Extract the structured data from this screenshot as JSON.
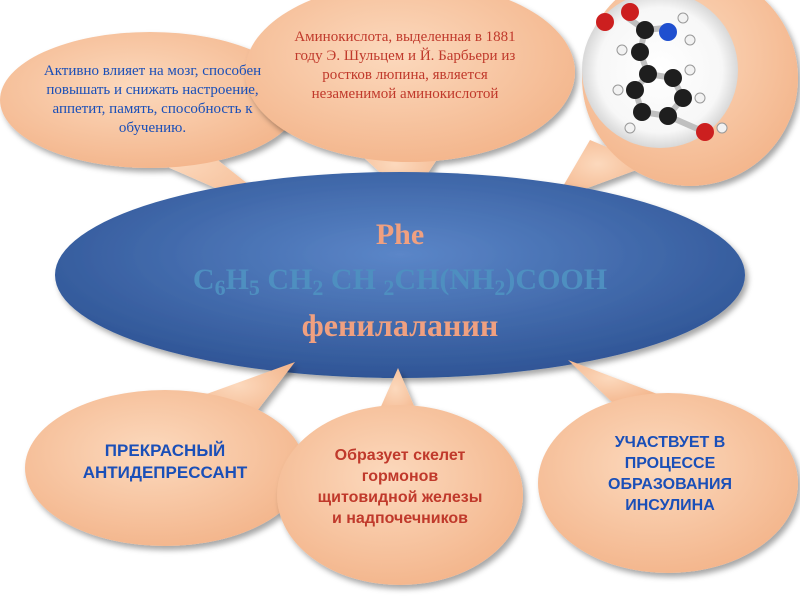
{
  "callouts": {
    "top_left": "Активно влияет на мозг, способен повышать и снижать настроение, аппетит, память, способность к обучению.",
    "top_center": "Аминокислота, выделенная в 1881 году Э. Шульцем и Й. Барбьери из ростков люпина, является незаменимой аминокислотой",
    "bottom_left": "ПРЕКРАСНЫЙ АНТИДЕПРЕССАНТ",
    "bottom_center": "Образует скелет гормонов щитовидной железы и надпочечников",
    "bottom_right": "УЧАСТВУЕТ В ПРОЦЕССЕ ОБРАЗОВАНИЯ ИНСУЛИНА"
  },
  "center": {
    "title": "Phe",
    "formula": {
      "p1": "C",
      "s1": "6",
      "p2": "H",
      "s2": "5",
      "p3": " CH",
      "s3": "2",
      "p4": " CH ",
      "s4": "2",
      "p5": "CH(NH",
      "s5": "2",
      "p6": ")COOH"
    },
    "name": "фенилаланин"
  },
  "colors": {
    "callout_fill": "#f8c9a6",
    "ellipse_fill": "#3f68ad",
    "blue_text": "#1a4fb8",
    "red_text": "#c0392b",
    "title_text": "#f0a080",
    "formula_text": "#4e8fc0"
  },
  "image": {
    "name": "phenylalanine-molecule-model"
  }
}
